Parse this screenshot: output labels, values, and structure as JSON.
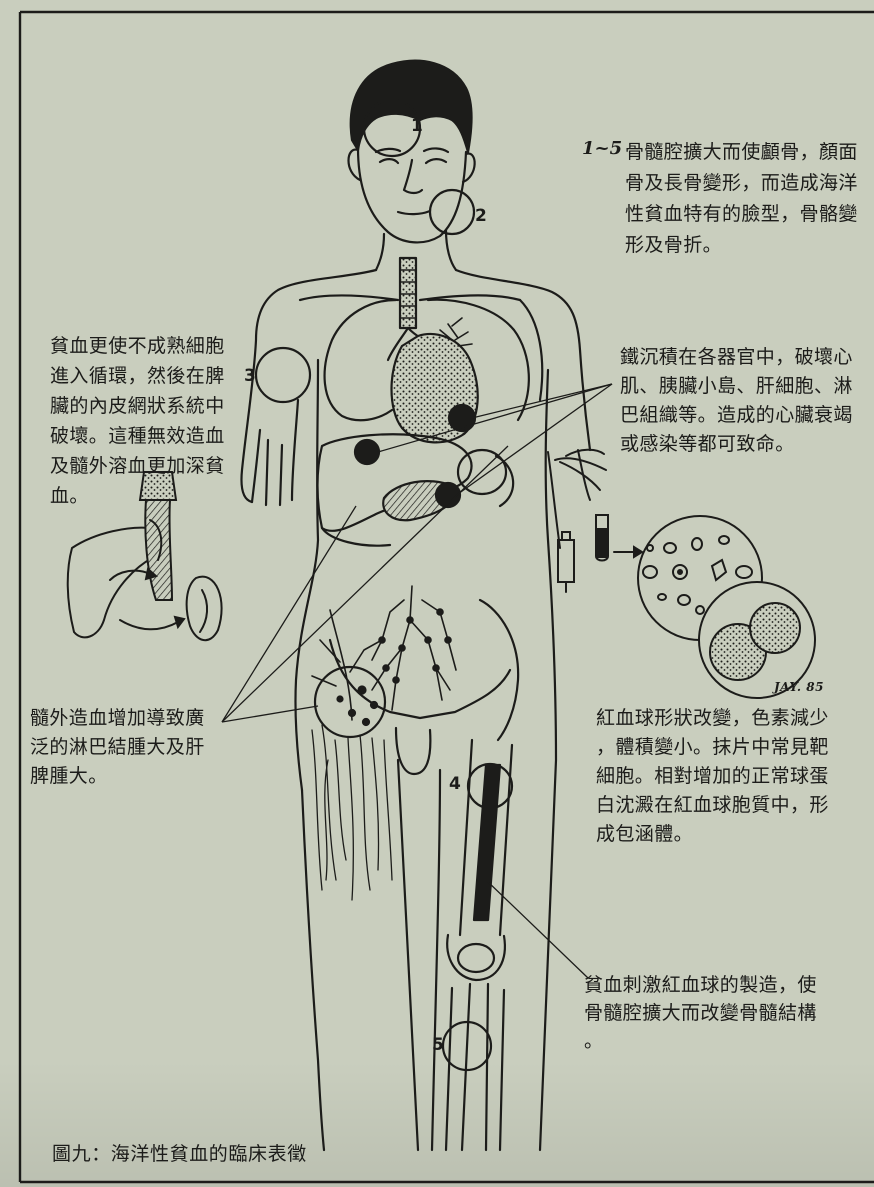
{
  "figure": {
    "caption": "圖九：海洋性貧血的臨床表徵",
    "markers": [
      "1",
      "2",
      "3",
      "4",
      "5"
    ],
    "signature": "JAY. 85",
    "notes": {
      "skeletal": {
        "label": "1~5",
        "lines": [
          "骨髓腔擴大而使顱骨，顏面",
          "骨及長骨變形，而造成海洋",
          "性貧血特有的臉型，骨骼變",
          "形及骨折。"
        ]
      },
      "marrow_spleen": {
        "lines": [
          "貧血更使不成熟細胞",
          "進入循環，然後在脾",
          "臟的內皮網狀系統中",
          "破壞。這種無效造血",
          "及髓外溶血更加深貧",
          "血。"
        ]
      },
      "iron": {
        "lines": [
          "鐵沉積在各器官中，破壞心",
          "肌、胰臟小島、肝細胞、淋",
          "巴組織等。造成的心臟衰竭",
          "或感染等都可致命。"
        ]
      },
      "extramedullary": {
        "lines": [
          "髓外造血增加導致廣",
          "泛的淋巴結腫大及肝",
          "脾腫大。"
        ]
      },
      "red_cells": {
        "lines": [
          "紅血球形狀改變，色素減少",
          "，體積變小。抹片中常見靶",
          "細胞。相對增加的正常球蛋",
          "白沈澱在紅血球胞質中，形",
          "成包涵體。"
        ]
      },
      "marrow_stimulation": {
        "lines": [
          "貧血刺激紅血球的製造，使",
          "骨髓腔擴大而改變骨髓結構",
          "。"
        ]
      }
    }
  },
  "colors": {
    "paper": "#c9cebe",
    "ink": "#1c1c1a"
  }
}
